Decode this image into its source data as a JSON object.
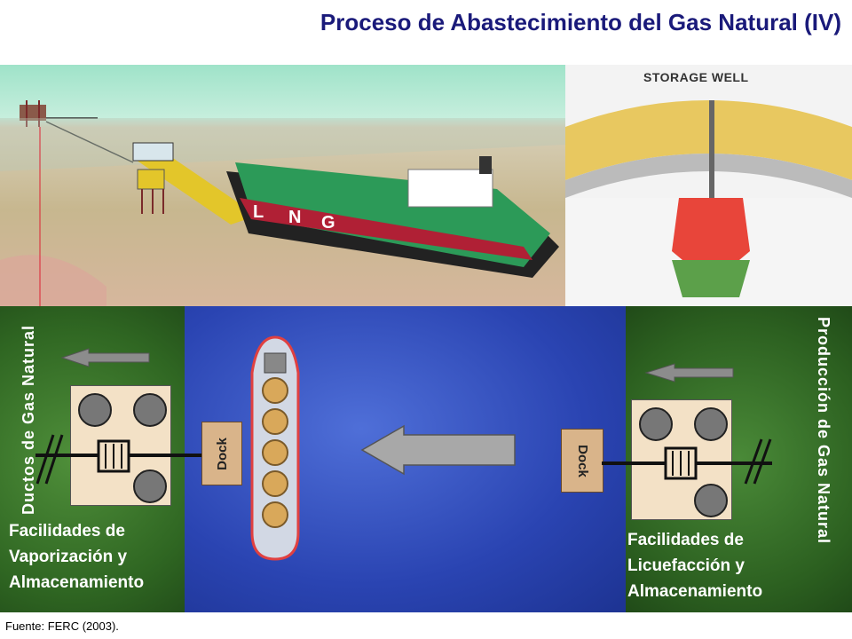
{
  "title": "Proceso de Abastecimiento del Gas Natural (IV)",
  "storage_well_title": "STORAGE WELL",
  "left_facility": {
    "label_line1": "Facilidades de",
    "label_line2": "Vaporización y",
    "label_line3": "Almacenamiento",
    "vertical_label": "Ductos de Gas Natural",
    "dock_label": "Dock"
  },
  "right_facility": {
    "label_line1": "Facilidades de",
    "label_line2": "Licuefacción y",
    "label_line3": "Almacenamiento",
    "vertical_label": "Producción de Gas Natural",
    "dock_label": "Dock"
  },
  "ship_letters": [
    "L",
    "N",
    "G"
  ],
  "source": "Fuente: FERC (2003).",
  "colors": {
    "title": "#1a1a7a",
    "water": "#2a44b2",
    "land": "#2f6622",
    "facility": "#f3e1c6",
    "dock": "#d9b48a",
    "arrow": "#8c8c8c",
    "ship_hull": "#d2d8e4",
    "ship_tank": "#d9a85a",
    "ship_outline": "#e04040"
  }
}
